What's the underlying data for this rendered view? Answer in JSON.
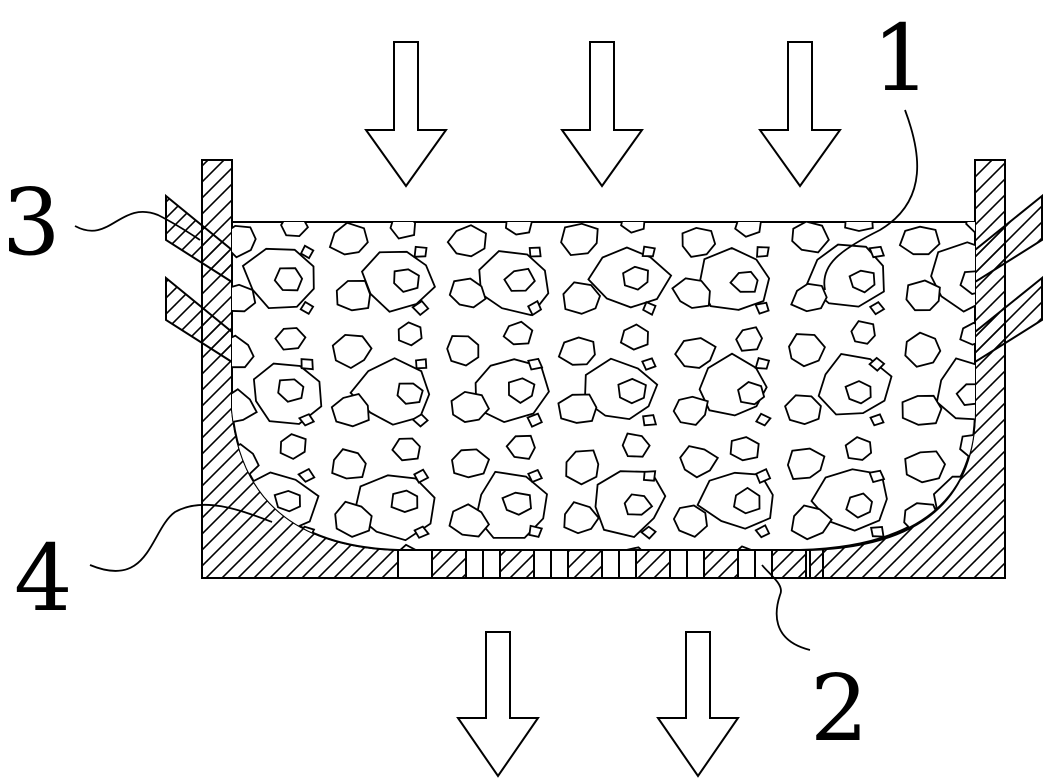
{
  "callouts": {
    "label_1": "1",
    "label_2": "2",
    "label_3": "3",
    "label_4": "4"
  },
  "colors": {
    "ink": "#000000",
    "paper": "#ffffff"
  }
}
